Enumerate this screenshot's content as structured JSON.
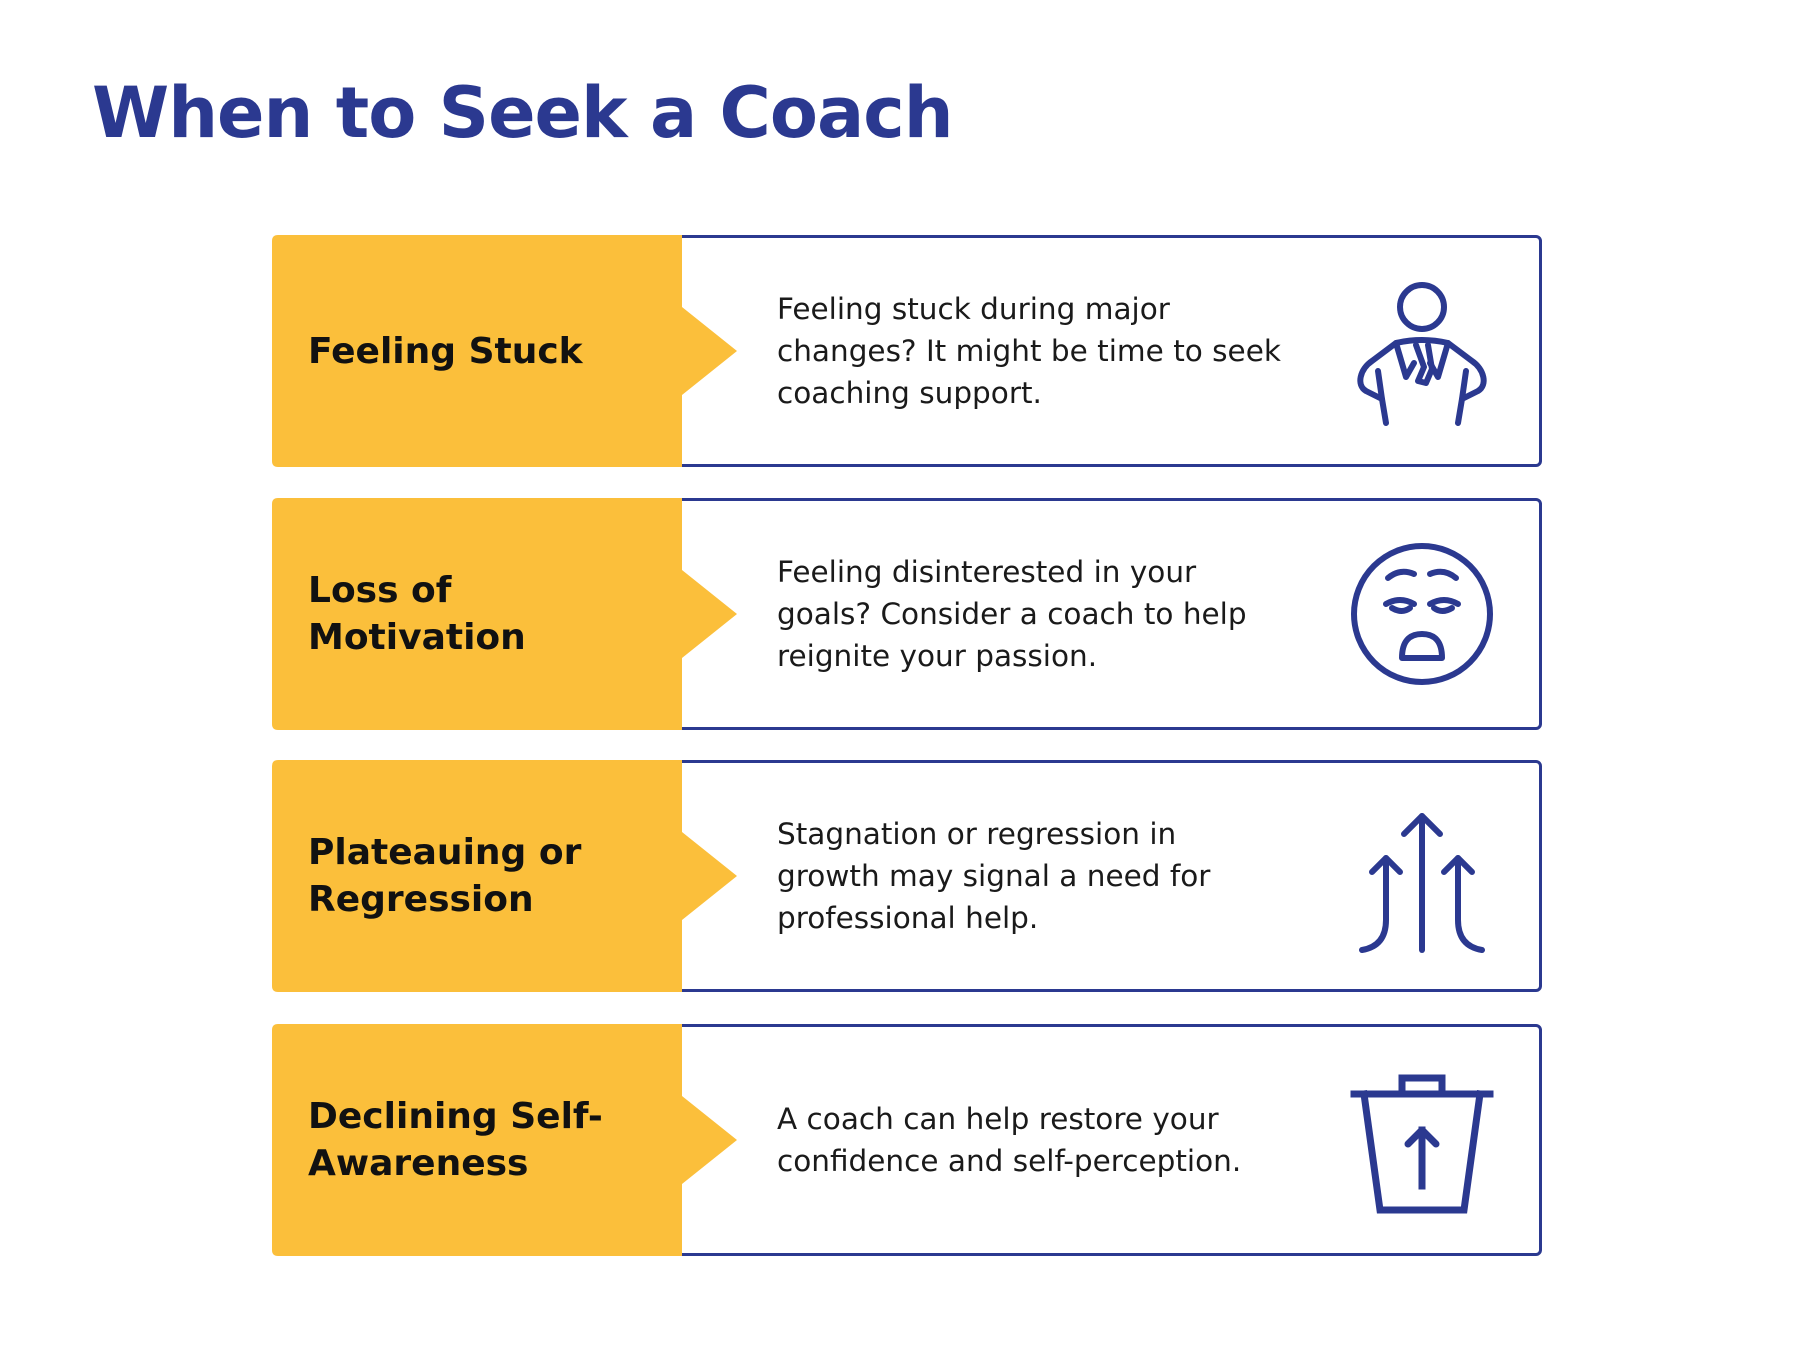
{
  "title": "When to Seek a Coach",
  "colors": {
    "title": "#2b3990",
    "accent": "#fbbf3b",
    "outline": "#2b3990",
    "label_text": "#111111",
    "body_text": "#1a1a1a"
  },
  "items": [
    {
      "label": "Feeling Stuck",
      "description": "Feeling stuck during major changes? It might be time to seek coaching support.",
      "icon": "person-hands-on-hips-icon"
    },
    {
      "label": "Loss of Motivation",
      "description": "Feeling disinterested in your goals? Consider a coach to help reignite your passion.",
      "icon": "sad-tired-face-icon"
    },
    {
      "label": "Plateauing or Regression",
      "description": "Stagnation or regression in growth may signal a need for professional help.",
      "icon": "three-up-arrows-icon"
    },
    {
      "label": "Declining Self-Awareness",
      "description": "A coach can help restore your confidence and self-perception.",
      "icon": "trash-can-up-arrow-icon"
    }
  ]
}
